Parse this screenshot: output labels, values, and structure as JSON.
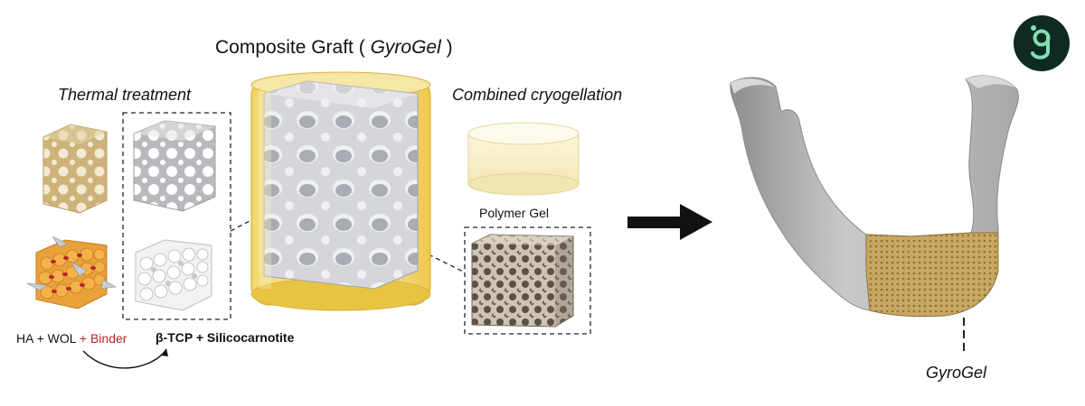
{
  "title": {
    "prefix": "Composite Graft ( ",
    "name": "GyroGel",
    "suffix": " )"
  },
  "thermal_label": "Thermal treatment",
  "cryo_label": "Combined cryogellation",
  "polymer_label": "Polymer Gel",
  "formula": {
    "base": "HA + WOL",
    "binder": " + Binder"
  },
  "product_label": "β-TCP + Silicocarnotite",
  "implant_label": "GyroGel",
  "colors": {
    "scaffold_tan": "#d9c08b",
    "scaffold_grey": "#cfcfd2",
    "gel_yellow": "#f1d76a",
    "bone_grey": "#b9b9b9",
    "implant_tan": "#bf9e55",
    "binder_red": "#b5232a",
    "logo_bg": "#0e2a22",
    "logo_fg": "#7fe0b3"
  },
  "icons": [
    "process-arrow-icon",
    "curved-arrow-icon",
    "logo-g-icon"
  ]
}
